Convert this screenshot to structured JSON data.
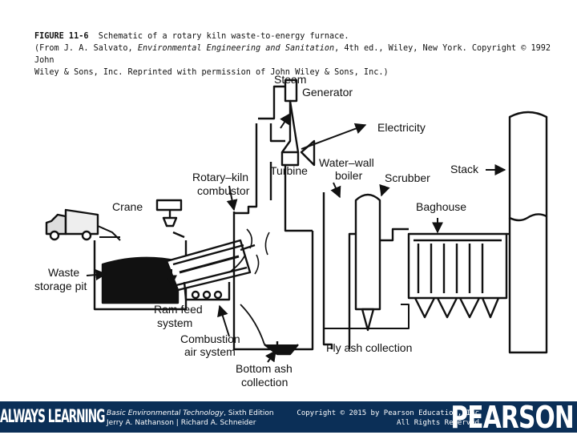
{
  "caption": {
    "figure_label": "FIGURE 11-6",
    "title": "Schematic of a rotary kiln waste-to-energy furnace.",
    "source_pre": "(From J. A. Salvato,",
    "source_book": "Environmental Engineering and Sanitation",
    "source_post": ", 4th ed., Wiley, New York. Copyright © 1992 John",
    "source_line3": "Wiley & Sons, Inc. Reprinted with permission of John Wiley & Sons, Inc.)"
  },
  "labels": {
    "steam": "Steam",
    "generator": "Generator",
    "electricity": "Electricity",
    "water_wall_1": "Water–wall",
    "water_wall_2": "boiler",
    "stack": "Stack",
    "turbine": "Turbine",
    "rotary_kiln_1": "Rotary–kiln",
    "rotary_kiln_2": "combustor",
    "scrubber": "Scrubber",
    "crane": "Crane",
    "baghouse": "Baghouse",
    "waste_1": "Waste",
    "waste_2": "storage pit",
    "ram_feed_1": "Ram feed",
    "ram_feed_2": "system",
    "combustion_1": "Combustion",
    "combustion_2": "air system",
    "fly_ash": "Fly ash collection",
    "bottom_ash_1": "Bottom ash",
    "bottom_ash_2": "collection"
  },
  "footer": {
    "brand_left": "ALWAYS LEARNING",
    "book_title": "Basic Environmental Technology",
    "book_edition": ", Sixth Edition",
    "book_authors": "Jerry A. Nathanson | Richard A. Schneider",
    "copyright_1": "Copyright © 2015 by Pearson Education, Inc",
    "copyright_2": "All Rights Reserved",
    "brand_right": "PEARSON"
  },
  "colors": {
    "footer_bg": "#0b2f57",
    "ink": "#111111"
  }
}
